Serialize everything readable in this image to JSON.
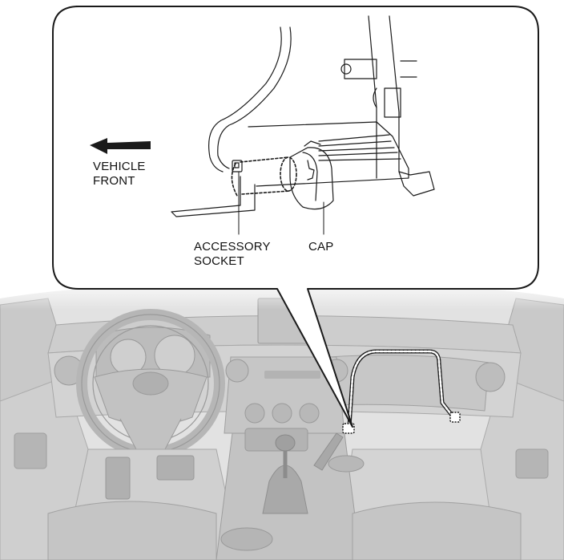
{
  "labels": {
    "vehicle_front_line1": "VEHICLE",
    "vehicle_front_line2": "FRONT",
    "accessory_socket_line1": "ACCESSORY",
    "accessory_socket_line2": "SOCKET",
    "cap": "CAP"
  },
  "colors": {
    "line": "#1a1a1a",
    "interior_fill": "#d9d9d9",
    "interior_shade": "#bdbdbd",
    "interior_dark": "#9a9a9a",
    "callout_fill": "#ffffff"
  }
}
